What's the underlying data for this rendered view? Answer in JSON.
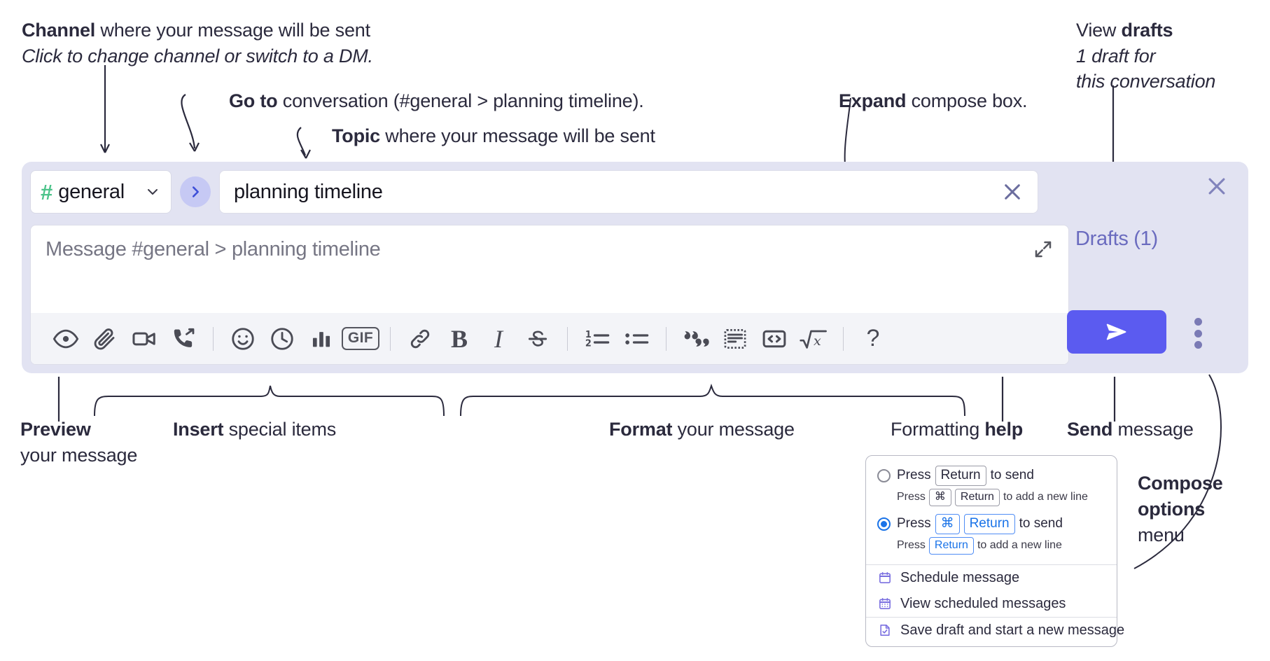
{
  "annotations": {
    "channel": {
      "bold": "Channel",
      "rest": " where your message will be sent",
      "italic": "Click to change channel or switch to a DM."
    },
    "goto": {
      "bold": "Go to",
      "rest": " conversation (#general > planning timeline)."
    },
    "topic": {
      "bold": "Topic",
      "rest": " where your message will be sent"
    },
    "expand": {
      "bold": "Expand",
      "rest": " compose box."
    },
    "drafts": {
      "rest": "View ",
      "bold": "drafts",
      "italic1": "1 draft for",
      "italic2": "this conversation"
    },
    "preview": {
      "bold": "Preview",
      "rest": "your message"
    },
    "insert": {
      "bold": "Insert",
      "rest": " special items"
    },
    "format": {
      "bold": "Format",
      "rest": " your message"
    },
    "help": {
      "rest": "Formatting ",
      "bold": "help"
    },
    "send": {
      "bold": "Send",
      "rest": " message"
    },
    "compose_options": {
      "bold1": "Compose",
      "bold2": "options",
      "rest": "menu"
    }
  },
  "compose": {
    "channel": {
      "hash": "#",
      "name": "general",
      "chevron": "chevron-down"
    },
    "goto_button": "chevron-right",
    "topic": {
      "value": "planning timeline",
      "clear": "close-icon"
    },
    "message": {
      "placeholder": "Message #general > planning timeline",
      "value": ""
    },
    "expand": "expand-icon",
    "close_panel": "close-icon",
    "drafts_label": "Drafts (1)",
    "send_label": "send-icon",
    "options_label": "kebab-menu"
  },
  "toolbar": {
    "groups": [
      {
        "items": [
          {
            "name": "preview",
            "icon": "eye"
          }
        ]
      },
      {
        "items": [
          {
            "name": "attachment",
            "icon": "paperclip"
          },
          {
            "name": "video",
            "icon": "video-camera"
          },
          {
            "name": "huddle",
            "icon": "phone-forward"
          }
        ]
      },
      {
        "items": [
          {
            "name": "emoji",
            "icon": "smiley"
          },
          {
            "name": "schedule",
            "icon": "clock"
          },
          {
            "name": "poll",
            "icon": "bar-chart"
          },
          {
            "name": "gif",
            "icon": "gif",
            "label": "GIF"
          }
        ]
      },
      {
        "items": [
          {
            "name": "link",
            "icon": "link"
          },
          {
            "name": "bold",
            "icon": "bold",
            "label": "B"
          },
          {
            "name": "italic",
            "icon": "italic",
            "label": "I"
          },
          {
            "name": "strikethrough",
            "icon": "strikethrough",
            "label": "S"
          }
        ]
      },
      {
        "items": [
          {
            "name": "ordered-list",
            "icon": "ordered-list"
          },
          {
            "name": "bulleted-list",
            "icon": "bulleted-list"
          }
        ]
      },
      {
        "items": [
          {
            "name": "blockquote",
            "icon": "quote"
          },
          {
            "name": "code-block",
            "icon": "code-block"
          },
          {
            "name": "code",
            "icon": "code-brackets"
          },
          {
            "name": "latex",
            "icon": "square-root-x"
          }
        ]
      },
      {
        "items": [
          {
            "name": "formatting-help",
            "icon": "question-mark",
            "label": "?"
          }
        ]
      }
    ]
  },
  "dropdown": {
    "option1": {
      "selected": false,
      "pre": "Press",
      "key": "Return",
      "post": "to send",
      "sub_pre": "Press",
      "sub_key1": "⌘",
      "sub_key2": "Return",
      "sub_post": "to add a new line"
    },
    "option2": {
      "selected": true,
      "pre": "Press",
      "key1": "⌘",
      "key2": "Return",
      "post": "to send",
      "sub_pre": "Press",
      "sub_key": "Return",
      "sub_post": "to add a new line"
    },
    "items": [
      {
        "label": "Schedule message",
        "icon": "calendar-icon"
      },
      {
        "label": "View scheduled messages",
        "icon": "calendar-grid-icon"
      },
      {
        "label": "Save draft and start a new message",
        "icon": "file-check-icon"
      }
    ]
  },
  "colors": {
    "panel_bg": "#e2e3f2",
    "send_bg": "#5b5bf0",
    "hash_green": "#4cc38a",
    "goto_bg": "#c6c9f4",
    "drafts_text": "#6a6bbf",
    "accent_blue": "#1a73e8",
    "menu_icon_purple": "#7a6fe0"
  }
}
